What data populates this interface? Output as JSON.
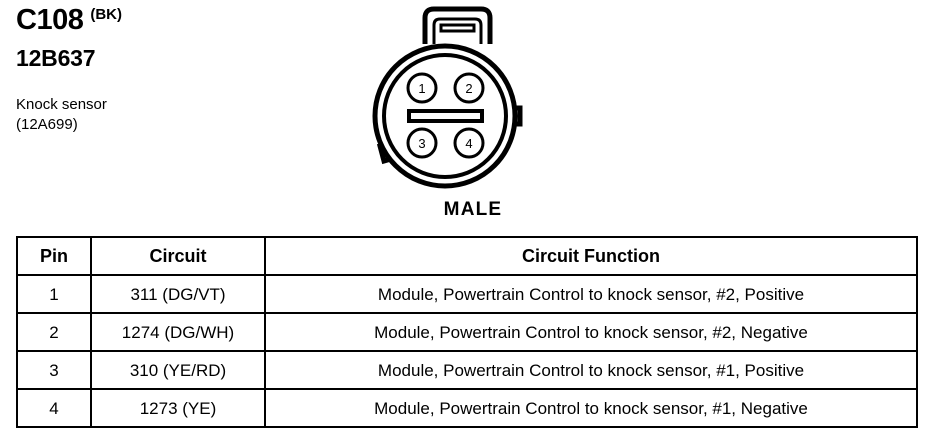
{
  "header": {
    "connector_id": "C108",
    "color_code": "(BK)",
    "part_number": "12B637",
    "component_name": "Knock sensor",
    "component_part": "(12A699)"
  },
  "connector": {
    "view_label": "MALE",
    "pins": [
      {
        "number": "1"
      },
      {
        "number": "2"
      },
      {
        "number": "3"
      },
      {
        "number": "4"
      }
    ]
  },
  "table": {
    "headers": {
      "pin": "Pin",
      "circuit": "Circuit",
      "function": "Circuit Function"
    },
    "rows": [
      {
        "pin": "1",
        "circuit": "311 (DG/VT)",
        "function": "Module, Powertrain Control to knock sensor, #2, Positive"
      },
      {
        "pin": "2",
        "circuit": "1274 (DG/WH)",
        "function": "Module, Powertrain Control to knock sensor, #2, Negative"
      },
      {
        "pin": "3",
        "circuit": "310 (YE/RD)",
        "function": "Module, Powertrain Control to knock sensor, #1, Positive"
      },
      {
        "pin": "4",
        "circuit": "1273 (YE)",
        "function": "Module, Powertrain Control to knock sensor, #1, Negative"
      }
    ]
  },
  "colors": {
    "ink": "#000000",
    "background": "#ffffff"
  }
}
